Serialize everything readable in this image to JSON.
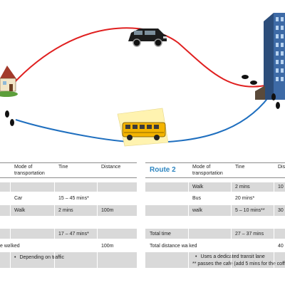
{
  "colors": {
    "car_route": "#e02020",
    "bus_route": "#1f6fbf",
    "route2_title": "#2e86c1",
    "row_shade": "#d9d9d9"
  },
  "icons": [
    "house-icon",
    "office-building-icon",
    "car-icon",
    "school-bus-icon",
    "footprints-icon"
  ],
  "table1": {
    "headers": {
      "mode": "Mode of transportation",
      "time": "Tine",
      "distance": "Distance"
    },
    "rows": [
      {
        "mode": "",
        "time": "",
        "distance": ""
      },
      {
        "mode": "Car",
        "time": "15 – 45 mins*",
        "distance": ""
      },
      {
        "mode": "Walk",
        "time": "2 mins",
        "distance": "100m"
      },
      {
        "mode": "",
        "time": "",
        "distance": ""
      },
      {
        "mode": "",
        "time": "17 – 47 mins*",
        "distance": ""
      }
    ],
    "total_walked_label": "e walked",
    "total_walked_value": "100m",
    "note": "Depending on traffic"
  },
  "table2": {
    "title": "Route 2",
    "headers": {
      "mode": "Mode of transportation",
      "time": "Tine",
      "distance": "Dis"
    },
    "rows": [
      {
        "mode": "Walk",
        "time": "2 mins",
        "distance": "10"
      },
      {
        "mode": "Bus",
        "time": "20 mins*",
        "distance": ""
      },
      {
        "mode": "walk",
        "time": "5 – 10 mins**",
        "distance": "30"
      },
      {
        "mode": "",
        "time": "",
        "distance": ""
      }
    ],
    "total_time_label": "Total time",
    "total_time_value": "27 – 37 mins",
    "total_walked_label": "Total distance walked",
    "total_walked_value": "40",
    "note1": "Uses a dedicated transit lane",
    "note2": "** passes the café (add 5 mins for the coffe"
  }
}
